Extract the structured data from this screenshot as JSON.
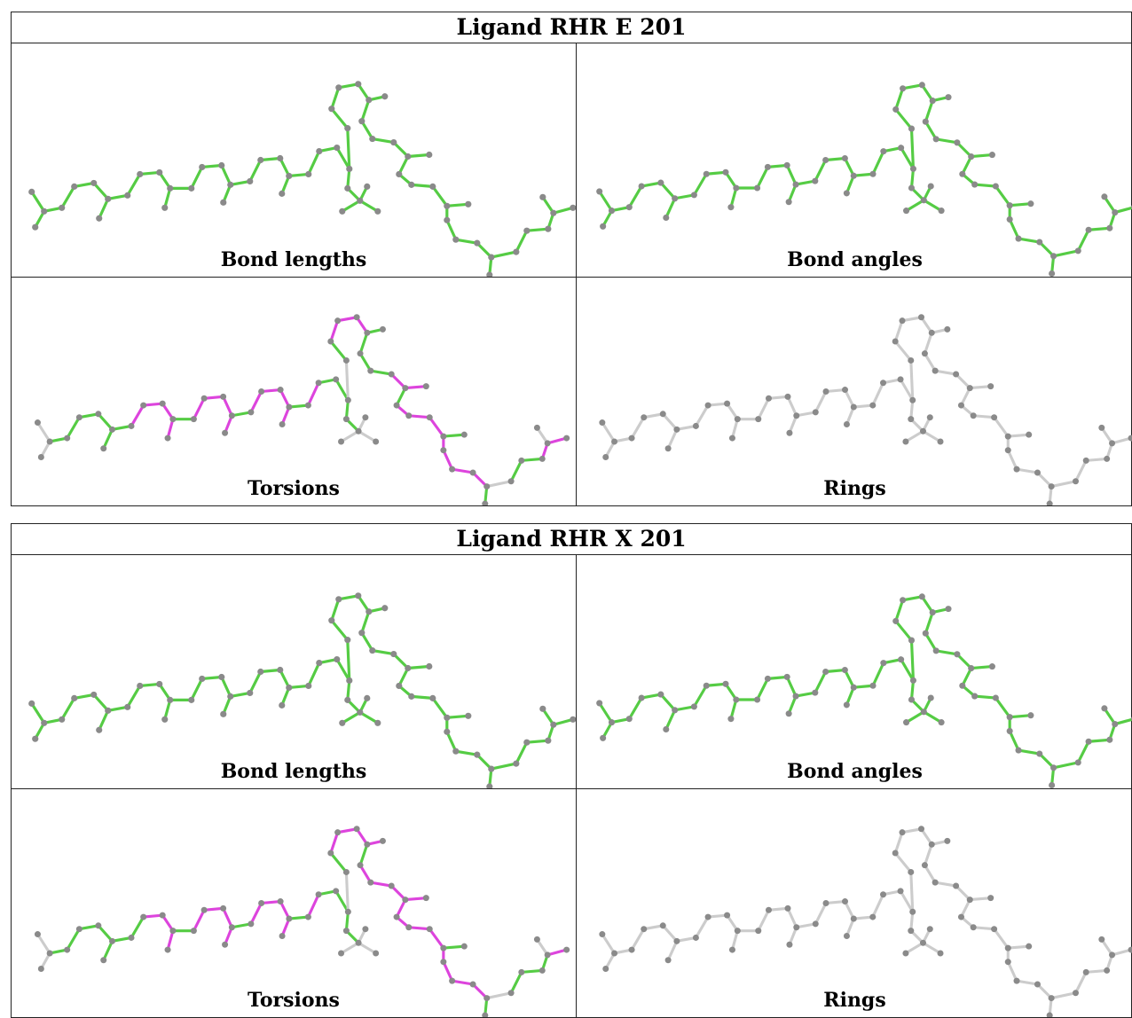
{
  "panels": [
    {
      "title": "Ligand RHR E 201",
      "cells": [
        {
          "label": "Bond lengths",
          "highlight": "none"
        },
        {
          "label": "Bond angles",
          "highlight": "none"
        },
        {
          "label": "Torsions",
          "highlight": "torsion_e"
        },
        {
          "label": "Rings",
          "highlight": "grey"
        }
      ]
    },
    {
      "title": "Ligand RHR X 201",
      "cells": [
        {
          "label": "Bond lengths",
          "highlight": "none"
        },
        {
          "label": "Bond angles",
          "highlight": "none"
        },
        {
          "label": "Torsions",
          "highlight": "torsion_x"
        },
        {
          "label": "Rings",
          "highlight": "grey"
        }
      ]
    }
  ],
  "colors": {
    "ok_bond": "#55cc44",
    "outlier_bond": "#dd44dd",
    "grey_bond": "#cccccc",
    "atom": "#8a8a8a"
  }
}
